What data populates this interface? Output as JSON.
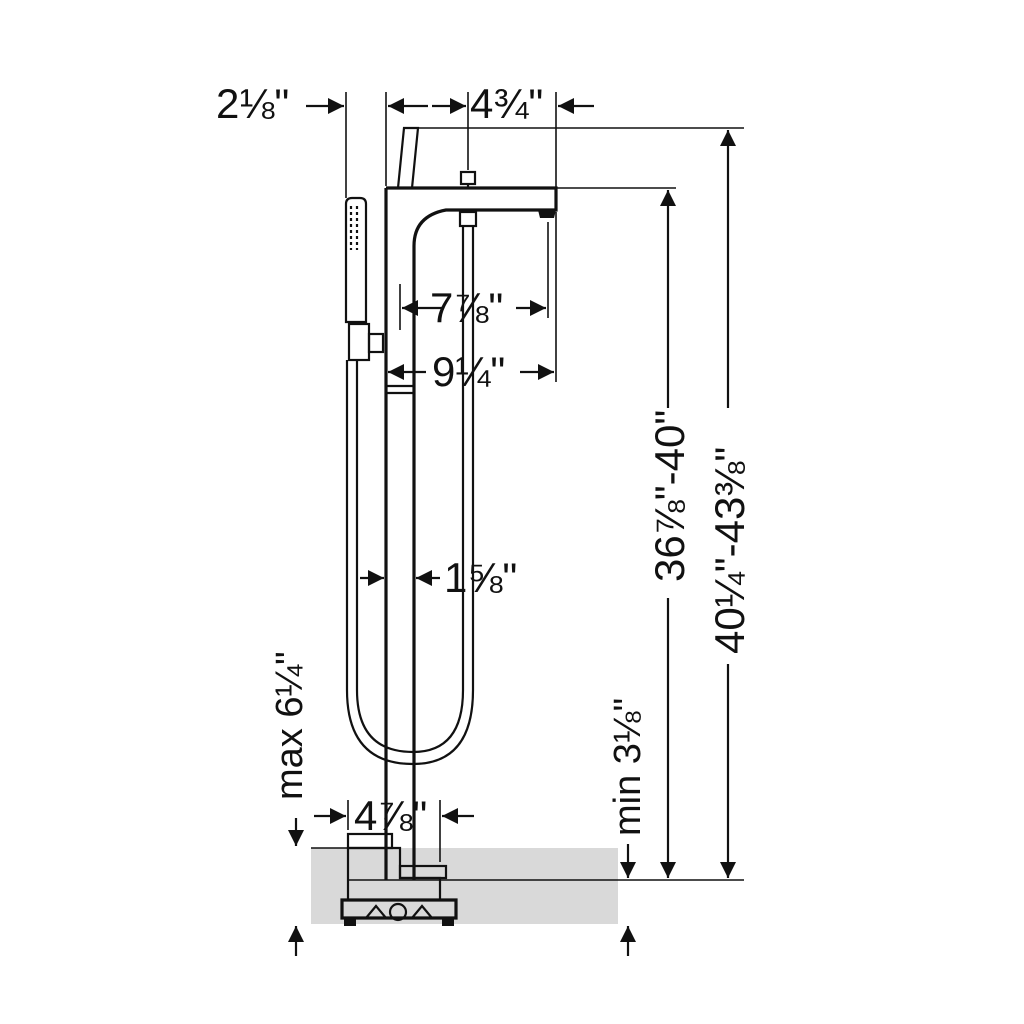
{
  "dimensions": {
    "hand_shower_offset": "2⅛\"",
    "spout_top_width": "4¾\"",
    "spout_reach": "7⅞\"",
    "overall_reach": "9¼\"",
    "column_diameter": "1⅝\"",
    "base_width": "4⅞\"",
    "max_depth": "max 6¼\"",
    "min_depth": "min 3⅛\"",
    "spout_height": "36⅞\"-40\"",
    "overall_height": "40¼\"-43⅜\""
  },
  "colors": {
    "line": "#111111",
    "floor": "#d9d9d9",
    "background": "#ffffff"
  }
}
